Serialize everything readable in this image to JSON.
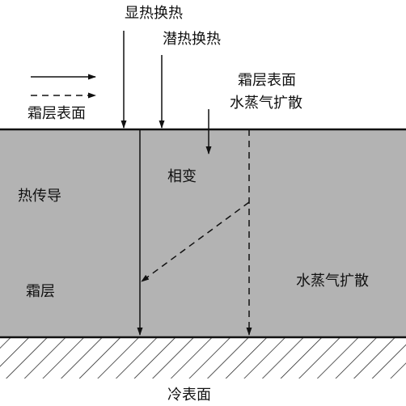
{
  "labels": {
    "sensible_heat": "显热换热",
    "latent_heat": "潜热换热",
    "frost_surface_vapor_line1": "霜层表面",
    "frost_surface_vapor_line2": "水蒸气扩散",
    "legend_caption": "霜层表面",
    "phase_change": "相变",
    "heat_conduction": "热传导",
    "frost_layer": "霜层",
    "vapor_diffusion": "水蒸气扩散",
    "cold_surface": "冷表面"
  },
  "colors": {
    "frost_fill": "#b3b3b3",
    "line": "#111111",
    "background": "#ffffff"
  }
}
